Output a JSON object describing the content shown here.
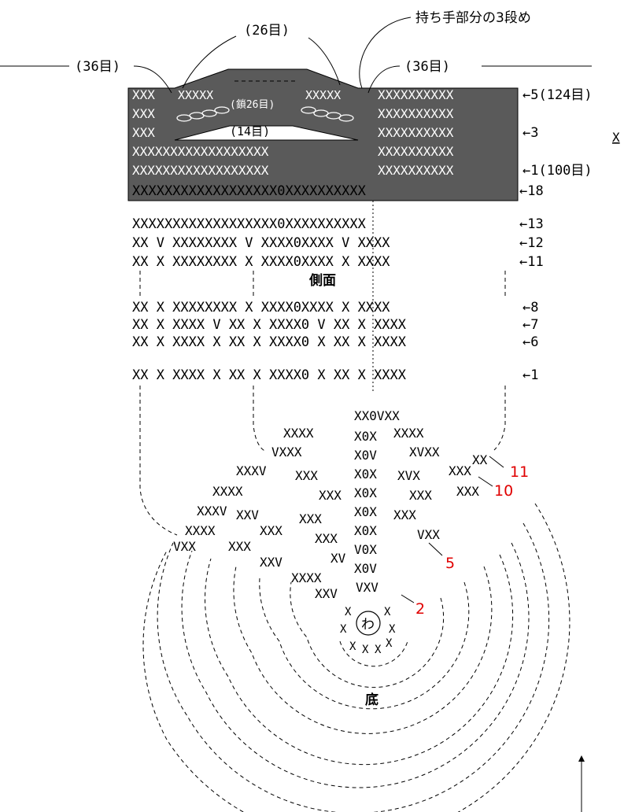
{
  "handle": {
    "callout_handle": "持ち手部分の3段め",
    "callout_26": "(26目)",
    "left_36": "(36目)",
    "right_36": "(36目)",
    "chain": "(鎖26目)",
    "opening_14": "(14目)",
    "rows": [
      {
        "label": "←5(124目)",
        "left": "XXX",
        "right": "XXXXXXXXXX"
      },
      {
        "label": "",
        "left": "XXX",
        "right": "XXXXXXXXXX"
      },
      {
        "label": "←3",
        "left": "XXX",
        "right": "XXXXXXXXXX"
      },
      {
        "label": "",
        "left": "XXXXXXXXXXXXXXXXXX",
        "right": "XXXXXXXXXX"
      },
      {
        "label": "←1(100目)",
        "left": "XXXXXXXXXXXXXXXXXX",
        "right": "XXXXXXXXXX"
      }
    ],
    "partial_legend": "X"
  },
  "side": {
    "title": "側面",
    "rows": [
      {
        "text": "XXXXXXXXXXXXXXXXXX0XXXXXXXXXX",
        "label": "←18"
      },
      {
        "text": "XXXXXXXXXXXXXXXXXX0XXXXXXXXXX",
        "label": "←13"
      },
      {
        "text": "XX V XXXXXXXX V XXXX0XXXX V XXXX",
        "label": "←12"
      },
      {
        "text": "XX X XXXXXXXX X XXXX0XXXX X XXXX",
        "label": "←11"
      },
      {
        "text": "XX X XXXXXXXX X XXXX0XXXX X XXXX",
        "label": "←8"
      },
      {
        "text": "XX X XXXX V XX X XXXX0 V XX X XXXX",
        "label": "←7"
      },
      {
        "text": "XX X XXXX X XX X XXXX0 X XX X XXXX",
        "label": "←6"
      },
      {
        "text": "XX X XXXX X XX X XXXX0 X XX X XXXX",
        "label": "←1"
      }
    ]
  },
  "bottom": {
    "title": "底",
    "ring": "わ",
    "round_labels": [
      "11",
      "10",
      "5",
      "2"
    ]
  },
  "colors": {
    "handle_fill": "#5a5a5a",
    "round_numbers": "#e00000"
  }
}
